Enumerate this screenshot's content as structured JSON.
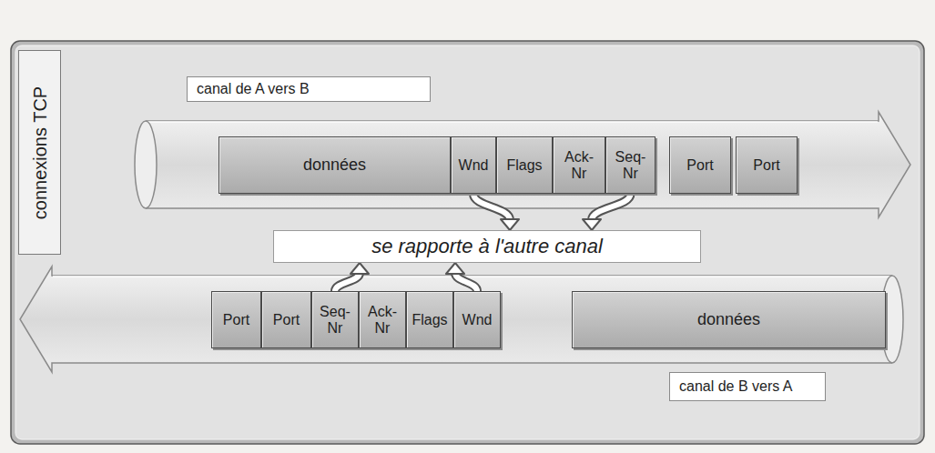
{
  "diagram": {
    "nodes": [
      {
        "text": [
          "connexions TCP"
        ]
      },
      {
        "text": [
          "canal de A vers B"
        ]
      },
      {
        "text": [
          "données"
        ]
      },
      {
        "text": [
          "Wnd"
        ]
      },
      {
        "text": [
          "Flags"
        ]
      },
      {
        "text": [
          "Ack-Nr"
        ]
      },
      {
        "text": [
          "Seq-Nr"
        ]
      },
      {
        "text": [
          "Port"
        ]
      },
      {
        "text": [
          "Port"
        ]
      },
      {
        "text": [
          "se rapporte à l'autre canal"
        ]
      },
      {
        "text": [
          "Port"
        ]
      },
      {
        "text": [
          "Port"
        ]
      },
      {
        "text": [
          "Seq-Nr"
        ]
      },
      {
        "text": [
          "Ack-Nr"
        ]
      },
      {
        "text": [
          "Flags"
        ]
      },
      {
        "text": [
          "Wnd"
        ]
      },
      {
        "text": [
          "données"
        ]
      },
      {
        "text": [
          "canal de B vers A"
        ]
      }
    ],
    "edges": [
      {
        "from": 3,
        "to": 9,
        "arrow": "to"
      },
      {
        "from": 6,
        "to": 9,
        "arrow": "to"
      },
      {
        "from": 12,
        "to": 9,
        "arrow": "to"
      },
      {
        "from": 15,
        "to": 9,
        "arrow": "to"
      }
    ]
  }
}
